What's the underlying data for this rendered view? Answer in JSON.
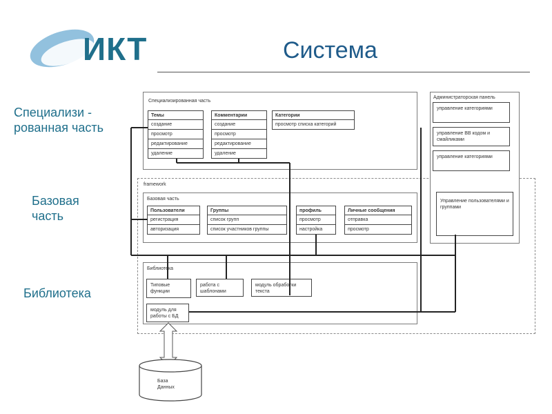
{
  "logo": {
    "text": "ИКТ"
  },
  "slide_title": "Система",
  "left_labels": {
    "specialized": [
      "Специализи -",
      "рованная часть"
    ],
    "base": [
      "Базовая",
      "часть"
    ],
    "library": "Библиотека"
  },
  "colors": {
    "title": "#1f5b8a",
    "labels": "#1f6f8b",
    "logo_text": "#1f6f8b",
    "logo_swoosh": "#7fb6d8"
  },
  "specialized": {
    "caption": "Специализированная часть",
    "groups": [
      {
        "header": "Темы",
        "items": [
          "создание",
          "просмотр",
          "редактирование",
          "удаление"
        ]
      },
      {
        "header": "Комментарии",
        "items": [
          "создание",
          "просмотр",
          "редактирование",
          "удаление"
        ]
      },
      {
        "header": "Категории",
        "items": [
          "просмотр списка категорий"
        ]
      }
    ]
  },
  "admin": {
    "caption": "Администраторская панель",
    "items": [
      "управление категориями",
      "управление BB кодом и смайликами",
      "управление категориями",
      "Управление пользователями и группами"
    ]
  },
  "framework": {
    "caption": "framework",
    "base_caption": "Базовая часть",
    "groups": [
      {
        "header": "Пользователи",
        "items": [
          "регистрация",
          "авторизация"
        ]
      },
      {
        "header": "Группы",
        "items": [
          "список групп",
          "список участников группы"
        ]
      },
      {
        "header": "профиль",
        "items": [
          "просмотр",
          "настройка"
        ]
      },
      {
        "header": "Личные сообщения",
        "items": [
          "отправка",
          "просмотр"
        ]
      }
    ]
  },
  "library": {
    "caption": "Библиотека",
    "modules": [
      "Типовые функции",
      "работа с шаблонами",
      "модуль обработки текста",
      "модуль для работы с БД"
    ]
  },
  "database": {
    "label": "База Данных"
  }
}
